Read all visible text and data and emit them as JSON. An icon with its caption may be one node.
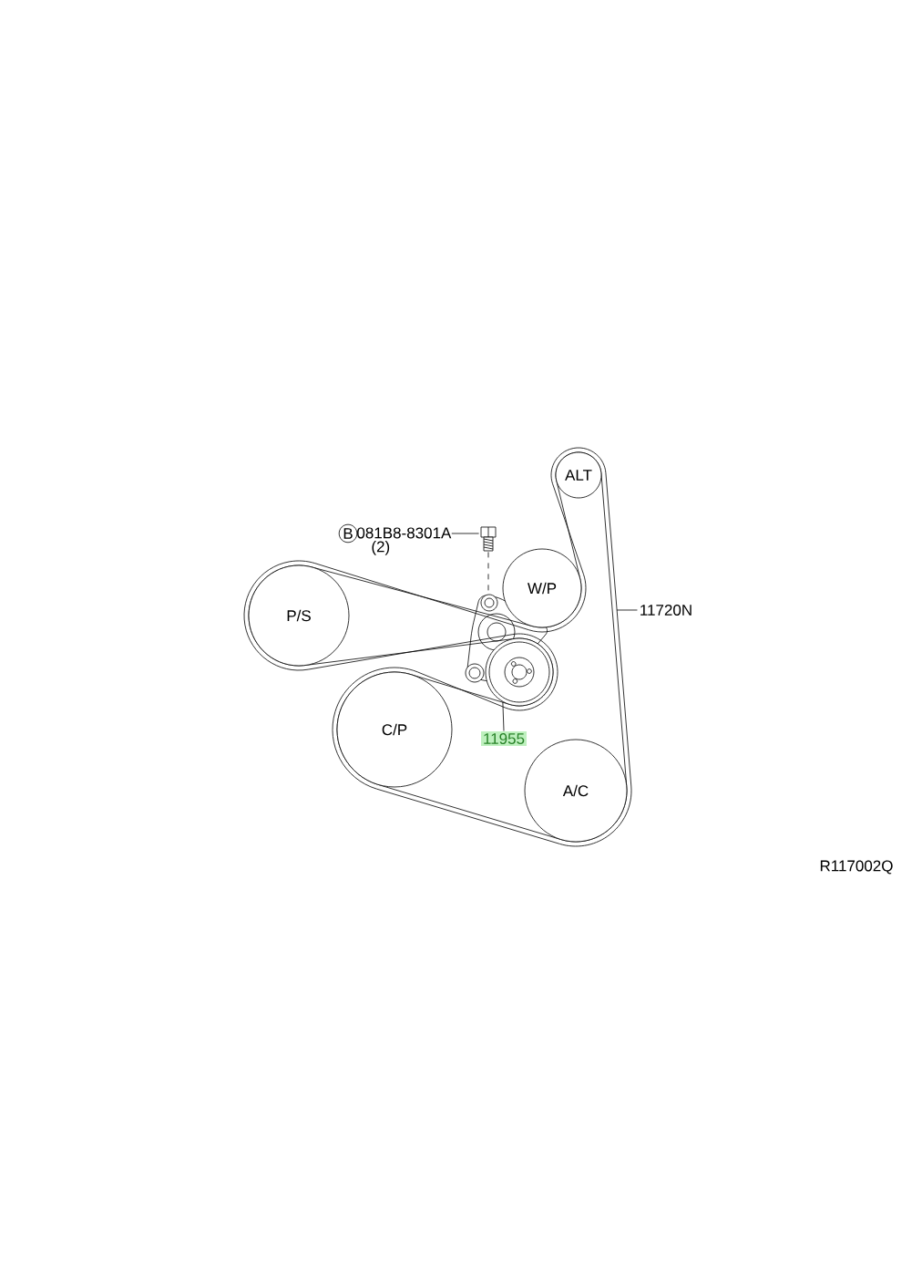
{
  "diagram": {
    "nodes": [
      {
        "text": [
          "ALT"
        ]
      },
      {
        "text": [
          "B"
        ]
      },
      {
        "text": [
          "081B8-8301A",
          "(2)"
        ]
      },
      {
        "text": [],
        "shape": "bolt"
      },
      {
        "text": [
          "W/P"
        ]
      },
      {
        "text": [
          "P/S"
        ]
      },
      {
        "text": [
          "11720N"
        ]
      },
      {
        "text": [],
        "shape": "bracket"
      },
      {
        "text": [],
        "shape": "circle"
      },
      {
        "text": [
          "C/P"
        ]
      },
      {
        "text": [
          "11955"
        ]
      },
      {
        "text": [
          "A/C"
        ]
      }
    ],
    "edges": [
      {
        "from": 2,
        "to": 3,
        "arrow": "none"
      },
      {
        "from": 3,
        "to": 7,
        "arrow": "none",
        "style": "dashed"
      },
      {
        "from": 6,
        "to": null,
        "arrow": "none"
      },
      {
        "from": 10,
        "to": 8,
        "arrow": "none"
      }
    ],
    "labels": [
      "R117002Q"
    ]
  }
}
